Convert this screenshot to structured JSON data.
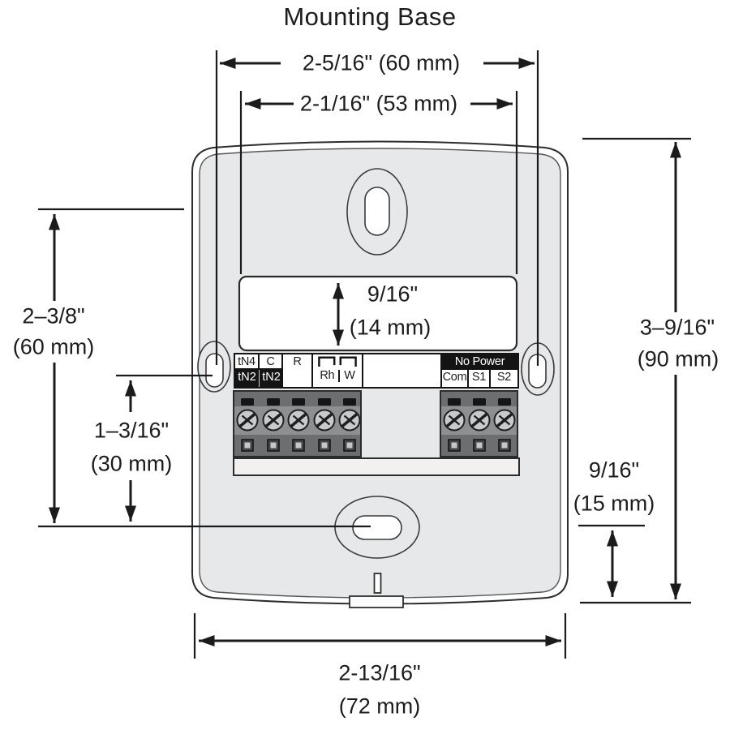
{
  "title": "Mounting Base",
  "dims": {
    "hole_spacing": "2-5/16\" (60 mm)",
    "opening_width": "2-1/16\" (53 mm)",
    "opening_height_in": "9/16\"",
    "opening_height_mm": "(14 mm)",
    "left_height_in": "2–3/8\"",
    "left_height_mm": "(60 mm)",
    "left_lower_in": "1–3/16\"",
    "left_lower_mm": "(30 mm)",
    "right_height_in": "3–9/16\"",
    "right_height_mm": "(90 mm)",
    "right_lower_in": "9/16\"",
    "right_lower_mm": "(15 mm)",
    "base_width_in": "2-13/16\"",
    "base_width_mm": "(72 mm)"
  },
  "terminals": {
    "left_top": [
      "tN4",
      "C",
      "R"
    ],
    "left_bottom": [
      "tN2",
      "tN2"
    ],
    "jumper_labels": [
      "Rh",
      "W"
    ],
    "right_header": "No Power",
    "right_bottom": [
      "Com",
      "S1",
      "S2"
    ]
  },
  "colors": {
    "base_gray": "#e7e8e9",
    "block_gray": "#6d6e70",
    "screw_band": "#8e8f91",
    "screw_face": "#c9cacc",
    "line": "#1b1b1b"
  }
}
